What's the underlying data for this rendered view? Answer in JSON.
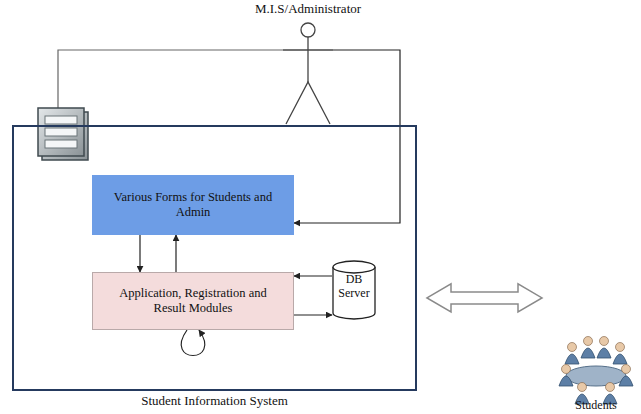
{
  "diagram": {
    "nodes": [
      {
        "text": [
          "M.I.S/Administrator"
        ]
      },
      {
        "text": [
          "Student Information System"
        ]
      },
      {
        "text": [
          "Various Forms for Students and Admin"
        ],
        "in": 1
      },
      {
        "text": [
          "Application, Registration and Result Modules"
        ],
        "in": 1
      },
      {
        "text": [
          "DB Server"
        ],
        "in": 1
      },
      {
        "text": [
          "Students"
        ]
      }
    ],
    "edges": [
      {
        "from": 0,
        "to": 2,
        "arrow": "to"
      },
      {
        "from": 2,
        "to": 3,
        "arrow": "to"
      },
      {
        "from": 3,
        "to": 2,
        "arrow": "to"
      },
      {
        "from": 4,
        "to": 3,
        "arrow": "to"
      },
      {
        "from": 3,
        "to": 4,
        "arrow": "to"
      },
      {
        "from": 3,
        "to": 3,
        "arrow": "to"
      },
      {
        "from": 1,
        "to": 5,
        "arrow": "both"
      }
    ]
  }
}
